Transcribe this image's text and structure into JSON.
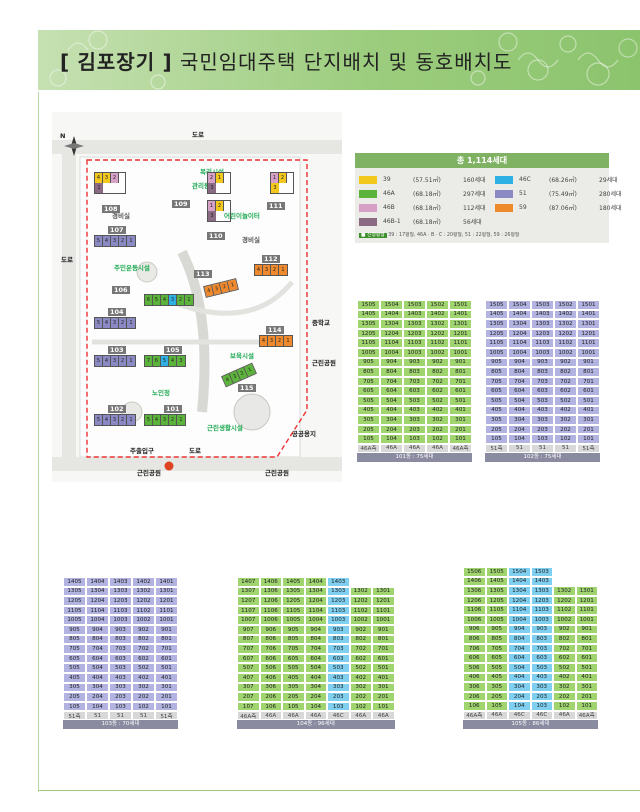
{
  "header": {
    "bracket_open": "[",
    "location": "김포장기",
    "bracket_close": "]",
    "title_rest": "국민임대주택 단지배치 및 동호배치도"
  },
  "site": {
    "labels": {
      "road_top": "도로",
      "road_left": "도로",
      "road_bottom": "도로",
      "entrance": "주출입구",
      "park_bottom_left": "근린공원",
      "park_bottom_right": "근린공원",
      "park_right": "근린공원",
      "school": "중학교",
      "public_land": "공공용지",
      "guard": "경비실",
      "kids": "어린이놀이터",
      "welfare": "복리시설",
      "child_care": "보육시설",
      "senior": "노인정",
      "control": "관리동",
      "rest_area": "주민운동시설",
      "welfare_center": "근린생활시설"
    },
    "building_numbers": [
      "101",
      "102",
      "103",
      "104",
      "105",
      "106",
      "107",
      "108",
      "109",
      "110",
      "111",
      "112",
      "113",
      "114",
      "115"
    ],
    "compass": "N"
  },
  "legend": {
    "title": "총 1,114세대",
    "items": [
      {
        "type": "39",
        "area": "(57.51㎡)",
        "count": "160세대",
        "color": "#f2c81d"
      },
      {
        "type": "46A",
        "area": "(68.18㎡)",
        "count": "297세대",
        "color": "#5cb33b"
      },
      {
        "type": "46B",
        "area": "(68.18㎡)",
        "count": "112세대",
        "color": "#d7a0c6"
      },
      {
        "type": "46B-1",
        "area": "(68.18㎡)",
        "count": "56세대",
        "color": "#8a6b83"
      },
      {
        "type": "46C",
        "area": "(68.26㎡)",
        "count": "29세대",
        "color": "#2fb0e4"
      },
      {
        "type": "51",
        "area": "(75.49㎡)",
        "count": "280세대",
        "color": "#8a89c3"
      },
      {
        "type": "59",
        "area": "(87.06㎡)",
        "count": "180세대",
        "color": "#ee8a2d"
      }
    ],
    "note_tag": "■ 신청평형",
    "note_text": "39 : 17평형, 46A · B · C : 20평형, 51 : 22평형, 59 : 26평형"
  },
  "tables": {
    "t101": {
      "footer_types": [
        "46A측",
        "46A",
        "46A",
        "46A",
        "46A측"
      ],
      "caption": "101동 : 75세대"
    },
    "t102": {
      "footer_types": [
        "51측",
        "51",
        "51",
        "51",
        "51측"
      ],
      "caption": "102동 : 75세대"
    },
    "t103": {
      "footer_types": [
        "51측",
        "51",
        "51",
        "51",
        "51측"
      ],
      "caption": "103동 : 70세대"
    },
    "t104": {
      "footer_types": [
        "46A측",
        "46A",
        "46A",
        "46A",
        "46C",
        "46A",
        "46A"
      ],
      "caption": "104동 : 96세대"
    },
    "t105": {
      "footer_types": [
        "46A측",
        "46A",
        "46C",
        "46C",
        "46A",
        "46A측"
      ],
      "caption": "105동 : 86세대"
    }
  }
}
